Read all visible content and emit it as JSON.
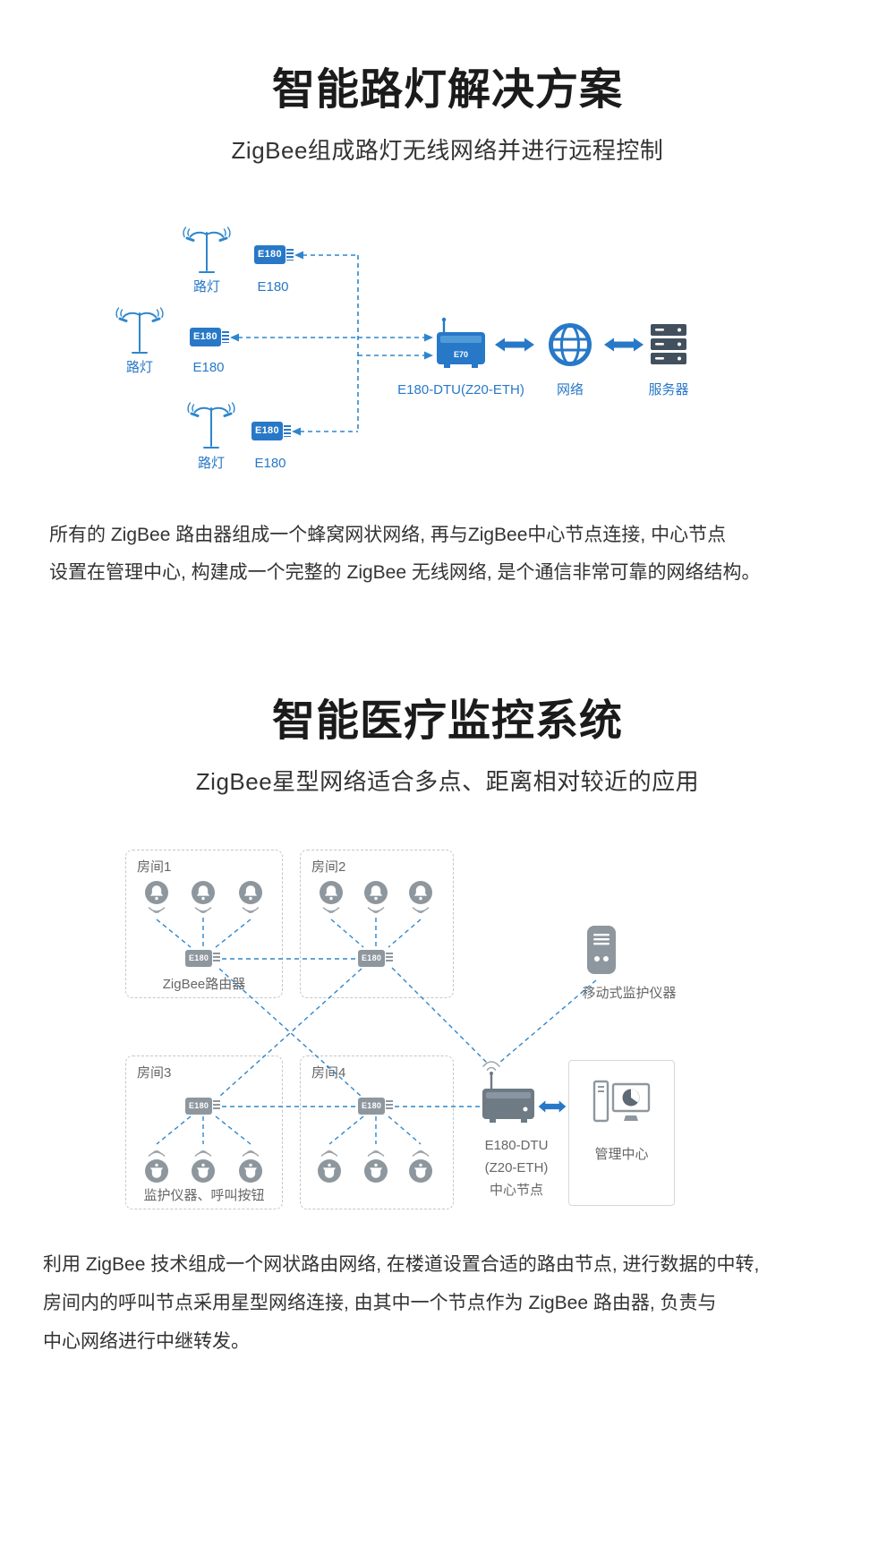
{
  "colors": {
    "accent_blue": "#2878c8",
    "line_blue": "#2e86cc",
    "icon_gray": "#8e979e",
    "device_gray": "#6e7a84",
    "server_dark": "#42505e",
    "title_dark": "#1b1b1b",
    "body_text": "#333333",
    "label_gray": "#666666"
  },
  "section1": {
    "title": "智能路灯解决方案",
    "subtitle": "ZigBee组成路灯无线网络并进行远程控制",
    "diagram": {
      "lamp_label": "路灯",
      "module_label": "E180",
      "dtu_badge": "E70",
      "dtu_label": "E180-DTU(Z20-ETH)",
      "network_label": "网络",
      "server_label": "服务器"
    },
    "paragraph_lines": [
      "所有的 ZigBee 路由器组成一个蜂窝网状网络, 再与ZigBee中心节点连接, 中心节点",
      "设置在管理中心, 构建成一个完整的 ZigBee 无线网络, 是个通信非常可靠的网络结构。"
    ]
  },
  "section2": {
    "title": "智能医疗监控系统",
    "subtitle": "ZigBee星型网络适合多点、距离相对较近的应用",
    "diagram": {
      "rooms": [
        {
          "label": "房间1",
          "caption": "ZigBee路由器"
        },
        {
          "label": "房间2",
          "caption": ""
        },
        {
          "label": "房间3",
          "caption": "监护仪器、呼叫按钮"
        },
        {
          "label": "房间4",
          "caption": ""
        }
      ],
      "module_badge": "E180",
      "mobile_label": "移动式监护仪器",
      "dtu_lines": [
        "E180-DTU",
        "(Z20-ETH)",
        "中心节点"
      ],
      "center_label": "管理中心"
    },
    "paragraph_lines": [
      "利用 ZigBee 技术组成一个网状路由网络, 在楼道设置合适的路由节点, 进行数据的中转,",
      "房间内的呼叫节点采用星型网络连接, 由其中一个节点作为 ZigBee 路由器, 负责与",
      "中心网络进行中继转发。"
    ]
  }
}
